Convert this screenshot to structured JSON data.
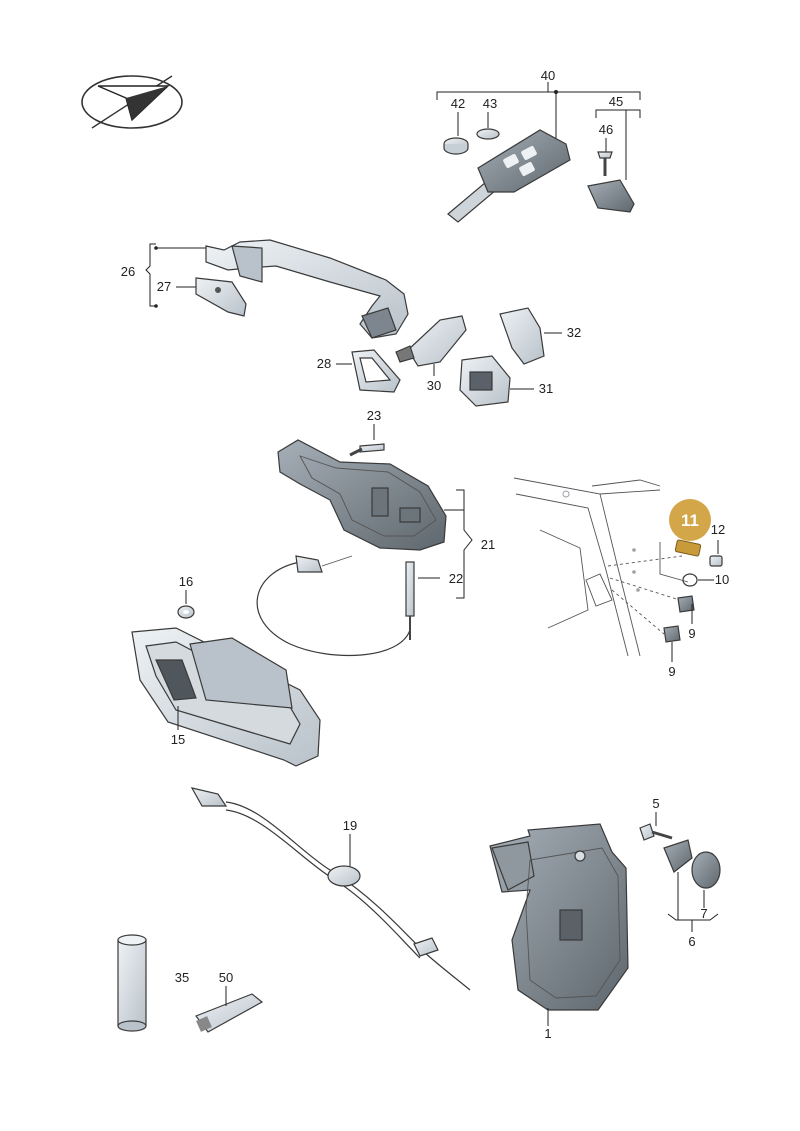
{
  "highlight": {
    "label": "11",
    "color": "#d4a64a"
  },
  "labels": {
    "l1": "1",
    "l5": "5",
    "l6": "6",
    "l7": "7",
    "l9a": "9",
    "l9b": "9",
    "l10": "10",
    "l12": "12",
    "l15": "15",
    "l16": "16",
    "l19": "19",
    "l21": "21",
    "l22": "22",
    "l23": "23",
    "l26": "26",
    "l27": "27",
    "l28": "28",
    "l30": "30",
    "l31": "31",
    "l32": "32",
    "l35": "35",
    "l40": "40",
    "l42": "42",
    "l43": "43",
    "l45": "45",
    "l46": "46",
    "l50": "50"
  },
  "icons": {
    "logo": "paper-plane-logo-icon"
  },
  "colors": {
    "part_fill": "#dfe5ea",
    "part_dark": "#aab4bd",
    "door_lines": "#9aa0a6"
  }
}
